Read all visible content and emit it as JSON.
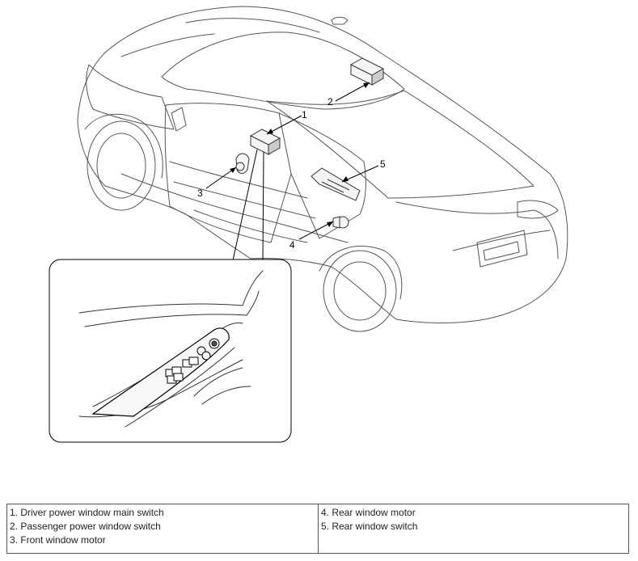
{
  "callouts": {
    "c1": "1",
    "c2": "2",
    "c3": "3",
    "c4": "4",
    "c5": "5"
  },
  "legend": {
    "left": [
      "1. Driver power window main switch",
      "2. Passenger power window switch",
      "3. Front window motor"
    ],
    "right": [
      "4. Rear window motor",
      "5. Rear window switch"
    ]
  }
}
